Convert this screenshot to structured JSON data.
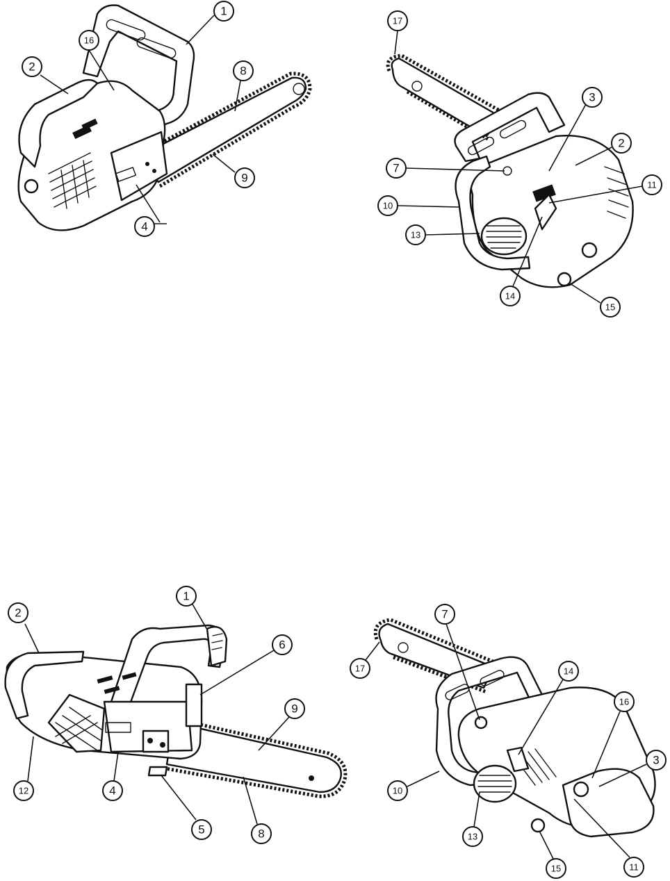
{
  "figures": [
    {
      "id": "fig-top-left",
      "callouts": [
        {
          "label": "1"
        },
        {
          "label": "16"
        },
        {
          "label": "2"
        },
        {
          "label": "8"
        },
        {
          "label": "9"
        },
        {
          "label": "4"
        }
      ]
    },
    {
      "id": "fig-top-right",
      "callouts": [
        {
          "label": "17"
        },
        {
          "label": "3"
        },
        {
          "label": "2"
        },
        {
          "label": "7"
        },
        {
          "label": "11"
        },
        {
          "label": "10"
        },
        {
          "label": "13"
        },
        {
          "label": "14"
        },
        {
          "label": "15"
        }
      ]
    },
    {
      "id": "fig-bottom-left",
      "callouts": [
        {
          "label": "1"
        },
        {
          "label": "2"
        },
        {
          "label": "6"
        },
        {
          "label": "9"
        },
        {
          "label": "12"
        },
        {
          "label": "4"
        },
        {
          "label": "5"
        },
        {
          "label": "8"
        }
      ]
    },
    {
      "id": "fig-bottom-right",
      "callouts": [
        {
          "label": "7"
        },
        {
          "label": "17"
        },
        {
          "label": "14"
        },
        {
          "label": "16"
        },
        {
          "label": "3"
        },
        {
          "label": "10"
        },
        {
          "label": "13"
        },
        {
          "label": "15"
        },
        {
          "label": "11"
        }
      ]
    }
  ],
  "colors": {
    "ink": "#111111",
    "paper": "#ffffff"
  }
}
